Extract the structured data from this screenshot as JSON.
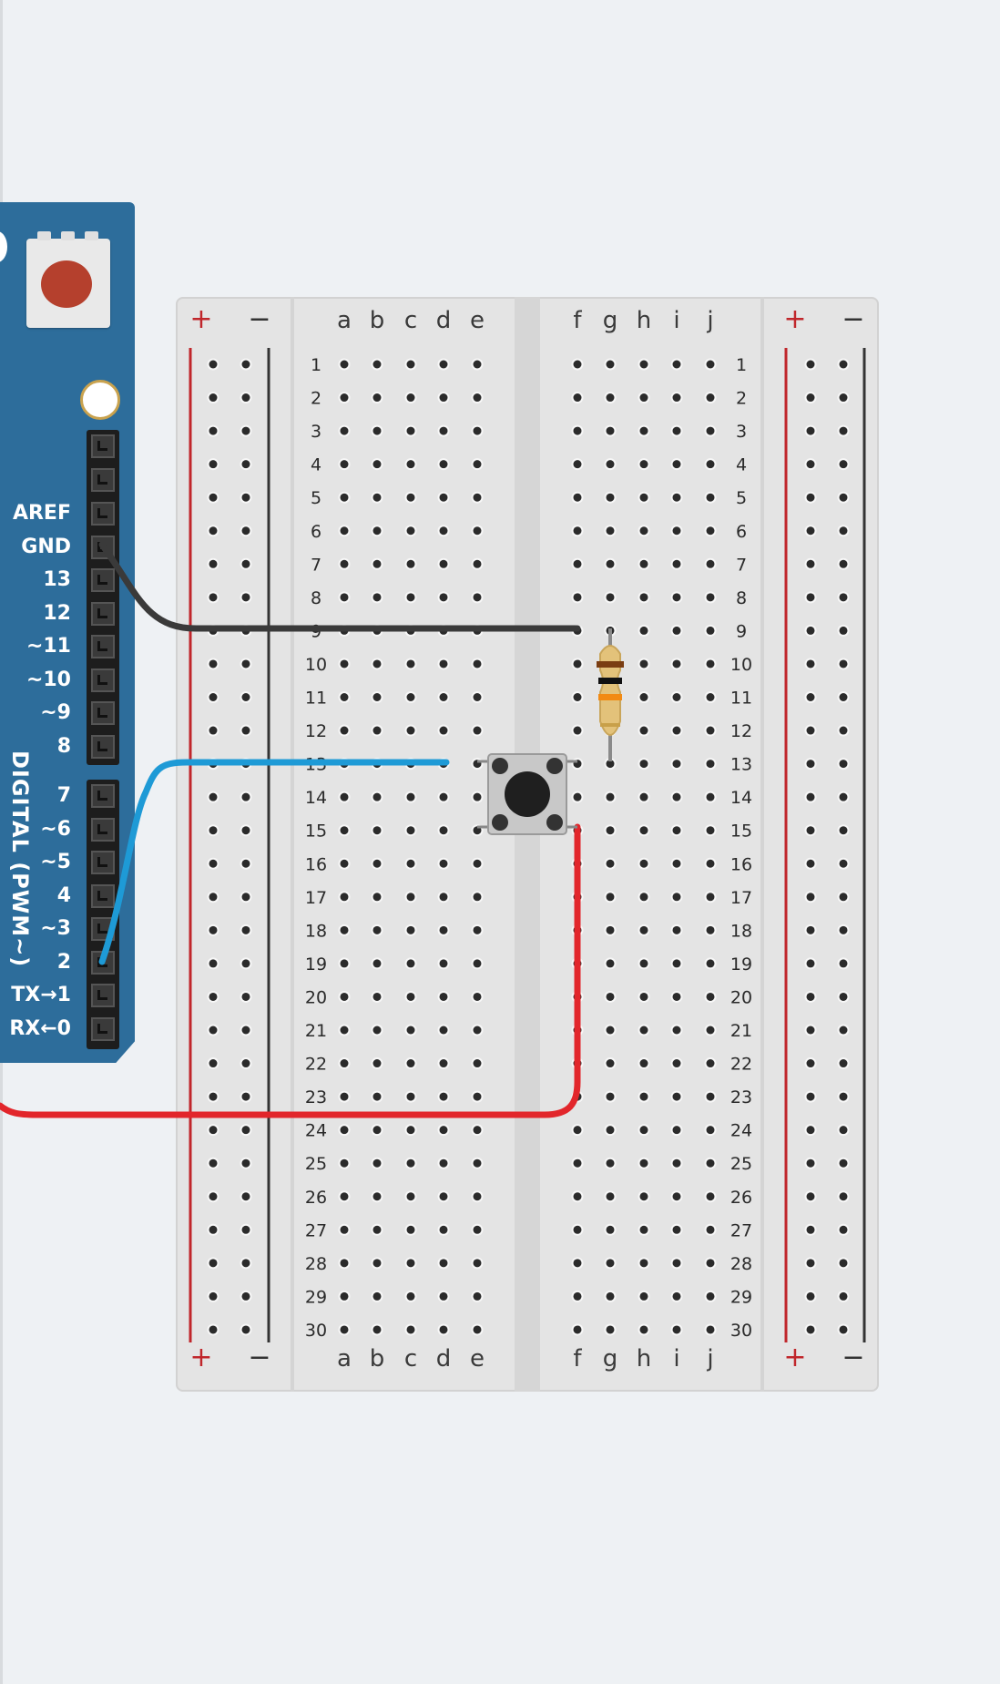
{
  "arduino": {
    "pins_top": [
      "AREF",
      "GND",
      "13",
      "12",
      "~11",
      "~10",
      "~9",
      "8"
    ],
    "pins_bottom": [
      "7",
      "~6",
      "~5",
      "4",
      "~3",
      "2",
      "TX→1",
      "RX←0"
    ],
    "digital_label": "DIGITAL (PWM~)",
    "board_color": "#2d6d9b"
  },
  "breadboard": {
    "columns_left": [
      "a",
      "b",
      "c",
      "d",
      "e"
    ],
    "columns_right": [
      "f",
      "g",
      "h",
      "i",
      "j"
    ],
    "rows": 30,
    "rail_plus": "+",
    "rail_minus": "−",
    "rail_plus_color": "#c0262b",
    "rail_minus_color": "#333333"
  },
  "components": {
    "pushbutton": {
      "rows": [
        13,
        15
      ],
      "columns": [
        "e",
        "f"
      ]
    },
    "resistor": {
      "rows": [
        9,
        13
      ],
      "column": "g",
      "bands": [
        "#7a3d12",
        "#111111",
        "#f28a13",
        "#c8a04a"
      ]
    }
  },
  "wires": [
    {
      "name": "gnd-wire",
      "from": "GND",
      "to": "f9",
      "color": "#3a3a3a"
    },
    {
      "name": "signal-wire",
      "from": "2",
      "to": "d13",
      "color": "#1e9ad6"
    },
    {
      "name": "power-wire",
      "from": "off-screen",
      "to": "f15",
      "color": "#e2262b"
    }
  ]
}
